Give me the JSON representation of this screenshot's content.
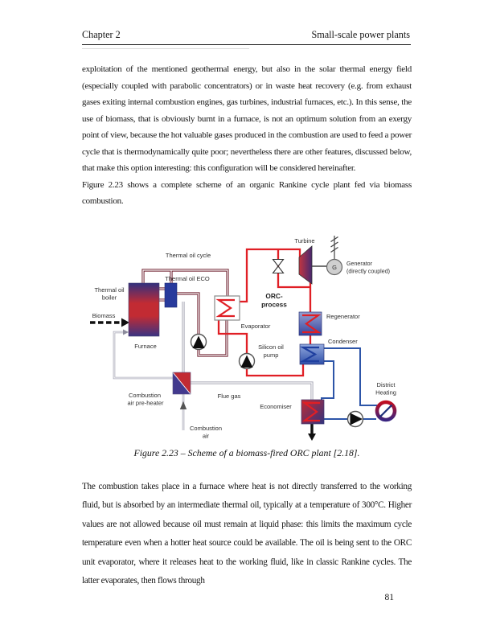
{
  "page": {
    "header_left": "Chapter 2",
    "header_right": "Small-scale power plants",
    "page_number": "81"
  },
  "paragraphs": {
    "p1": "exploitation of the mentioned geothermal energy, but also in the solar thermal energy field (especially coupled with parabolic concentrators) or in waste heat recovery (e.g. from exhaust gases exiting internal combustion engines, gas turbines, industrial furnaces, etc.). In this sense, the use of biomass, that is obviously burnt in a furnace, is not an optimum solution from an exergy point of view, because the hot valuable gases produced in the combustion are used to feed a power cycle that is thermodynamically quite poor; nevertheless there are other features, discussed below, that make this option interesting: this configuration will be considered hereinafter.",
    "p2": "Figure 2.23 shows a complete scheme of an organic Rankine cycle plant fed via biomass combustion.",
    "p3": "The combustion takes place in a furnace where heat is not directly transferred to the working fluid, but is absorbed by an intermediate thermal oil, typically at a temperature of 300°C. Higher values are not allowed because oil must remain at liquid phase: this limits the maximum cycle temperature even when a hotter heat source could be available. The oil is being sent to the ORC unit evaporator, where it releases heat to the working fluid, like in classic Rankine cycles. The latter evaporates, then flows through"
  },
  "figure": {
    "caption": "Figure 2.23 – Scheme of a biomass-fired ORC plant [2.18].",
    "labels": {
      "thermal_oil_cycle": "Thermal oil cycle",
      "thermal_oil_eco": "Thermal oil ECO",
      "boiler_1": "Thermal oil",
      "boiler_2": "boiler",
      "biomass": "Biomass",
      "furnace": "Furnace",
      "preheater_1": "Combustion",
      "preheater_2": "air pre-heater",
      "comb_air_1": "Combustion",
      "comb_air_2": "air",
      "flue_gas": "Flue gas",
      "economiser": "Economiser",
      "evaporator": "Evaporator",
      "silicon_pump_1": "Silicon oil",
      "silicon_pump_2": "pump",
      "orc_1": "ORC-",
      "orc_2": "process",
      "turbine": "Turbine",
      "generator_1": "Generator",
      "generator_2": "(directly coupled)",
      "generator_letter": "G",
      "regenerator": "Regenerator",
      "condenser": "Condenser",
      "district_1": "District",
      "district_2": "Heating"
    },
    "colors": {
      "orc_line": "#e01f25",
      "oil_line": "#6e1f2e",
      "flue_line": "#a6a6b4",
      "water_line": "#2d55a8",
      "hot_red": "#c22b33",
      "cold_blue": "#2c3e99"
    }
  }
}
